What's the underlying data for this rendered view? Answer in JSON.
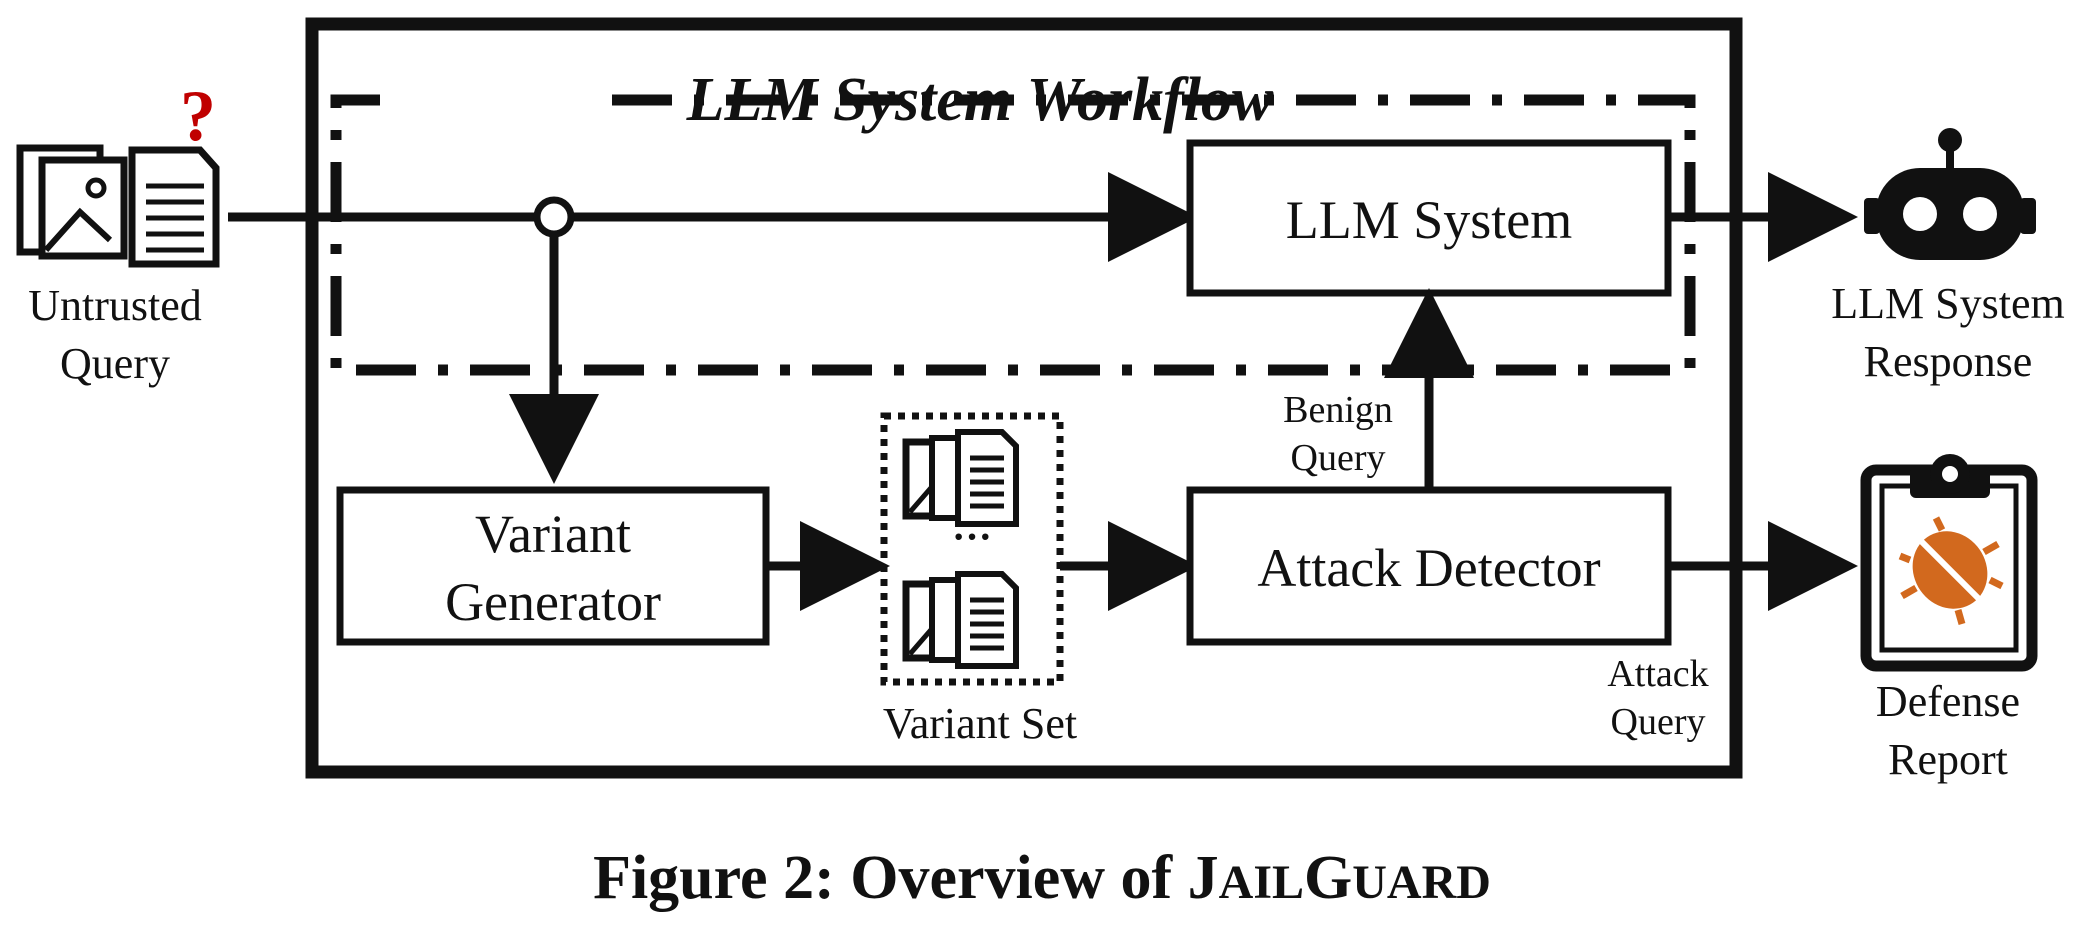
{
  "workflow": {
    "title": "LLM System Workflow"
  },
  "inputs": {
    "untrusted_query_line1": "Untrusted",
    "untrusted_query_line2": "Query",
    "question_mark": "?"
  },
  "boxes": {
    "llm_system": "LLM System",
    "variant_generator_line1": "Variant",
    "variant_generator_line2": "Generator",
    "attack_detector": "Attack Detector"
  },
  "variant_set": {
    "label": "Variant Set",
    "ellipsis": "···"
  },
  "edge_labels": {
    "benign_line1": "Benign",
    "benign_line2": "Query",
    "attack_line1": "Attack",
    "attack_line2": "Query"
  },
  "outputs": {
    "response_line1": "LLM System",
    "response_line2": "Response",
    "report_line1": "Defense",
    "report_line2": "Report"
  },
  "caption": {
    "prefix": "Figure 2: Overview of ",
    "j": "J",
    "ail": "AIL",
    "g": "G",
    "uard": "UARD"
  },
  "colors": {
    "ink": "#111111",
    "question": "#c00000",
    "bug": "#d2691e"
  },
  "icons": [
    "document-image-icon",
    "robot-icon",
    "clipboard-bug-icon"
  ]
}
